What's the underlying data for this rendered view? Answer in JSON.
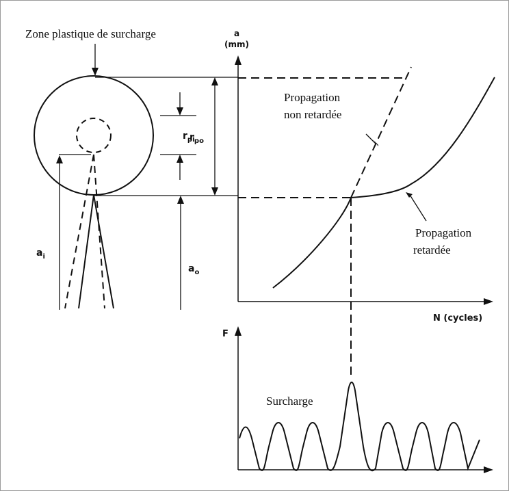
{
  "labels": {
    "overload_zone": "Zone plastique de surcharge",
    "axis_a": "a",
    "axis_a_unit": "(mm)",
    "axis_n": "N (cycles)",
    "axis_f": "F",
    "r_pi": "r",
    "r_pi_sub": "pi",
    "r_po": "r",
    "r_po_sub": "po",
    "a_i": "a",
    "a_i_sub": "i",
    "a_o": "a",
    "a_o_sub": "o",
    "unretarded_line1": "Propagation",
    "unretarded_line2": "non retardée",
    "retarded_line1": "Propagation",
    "retarded_line2": "retardée",
    "overload": "Surcharge"
  }
}
